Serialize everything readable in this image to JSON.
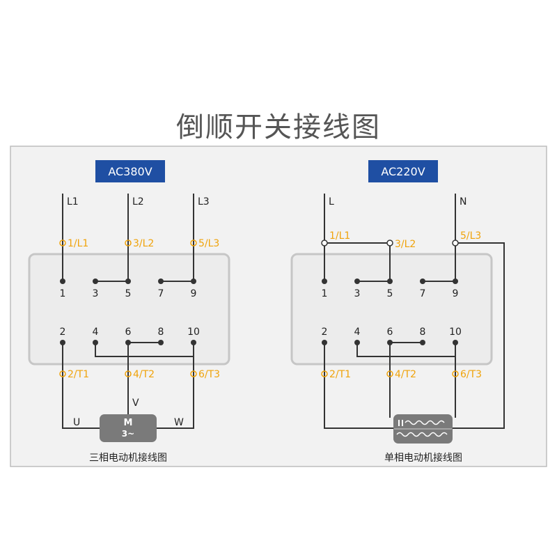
{
  "title": "倒顺开关接线图",
  "colors": {
    "panel_bg": "#f2f2f2",
    "panel_border": "#bdbdbd",
    "switch_body_bg": "#ececec",
    "switch_body_border": "#c6c6c6",
    "voltage_badge": "#1f4fa3",
    "wire": "#333333",
    "label_orange": "#f0a30a",
    "motor_fill": "#7a7a7a"
  },
  "left": {
    "voltage_label": "AC380V",
    "inputs": [
      "L1",
      "L2",
      "L3"
    ],
    "top_labels": [
      "1/L1",
      "3/L2",
      "5/L3"
    ],
    "bottom_labels": [
      "2/T1",
      "4/T2",
      "6/T3"
    ],
    "terminals_top": [
      "1",
      "3",
      "5",
      "7",
      "9"
    ],
    "terminals_bottom": [
      "2",
      "4",
      "6",
      "8",
      "10"
    ],
    "motor_line_1": "M",
    "motor_line_2": "3~",
    "phase_u": "U",
    "phase_v": "V",
    "phase_w": "W",
    "caption": "三相电动机接线图"
  },
  "right": {
    "voltage_label": "AC220V",
    "inputs": [
      "L",
      "N"
    ],
    "top_labels": [
      "1/L1",
      "3/L2",
      "5/L3"
    ],
    "bottom_labels": [
      "2/T1",
      "4/T2",
      "6/T3"
    ],
    "terminals_top": [
      "1",
      "3",
      "5",
      "7",
      "9"
    ],
    "terminals_bottom": [
      "2",
      "4",
      "6",
      "8",
      "10"
    ],
    "caption": "单相电动机接线图"
  }
}
